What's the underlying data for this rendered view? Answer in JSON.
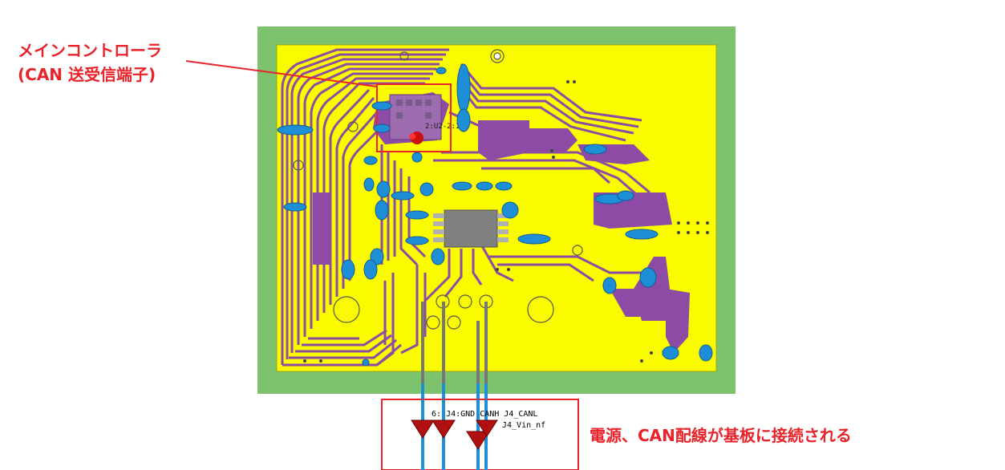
{
  "annotations": {
    "controller_line1": "メインコントローラ",
    "controller_line2": "(CAN 送受信端子)",
    "power_can": "電源、CAN配線が基板に接続される"
  },
  "board": {
    "component_ref": "2:U2-2:1"
  },
  "probes": {
    "label_pins": "6: J4:GND CANH J4_CANL",
    "label_vin": "J4_Vin_nf"
  },
  "colors": {
    "border_green": "#7dc26d",
    "copper_yellow": "#fbfb00",
    "trace_purple": "#8d4ba6",
    "pad_blue": "#1e8fd6",
    "highlight_red": "#e8232a",
    "marker_dark_red": "#b01010"
  }
}
